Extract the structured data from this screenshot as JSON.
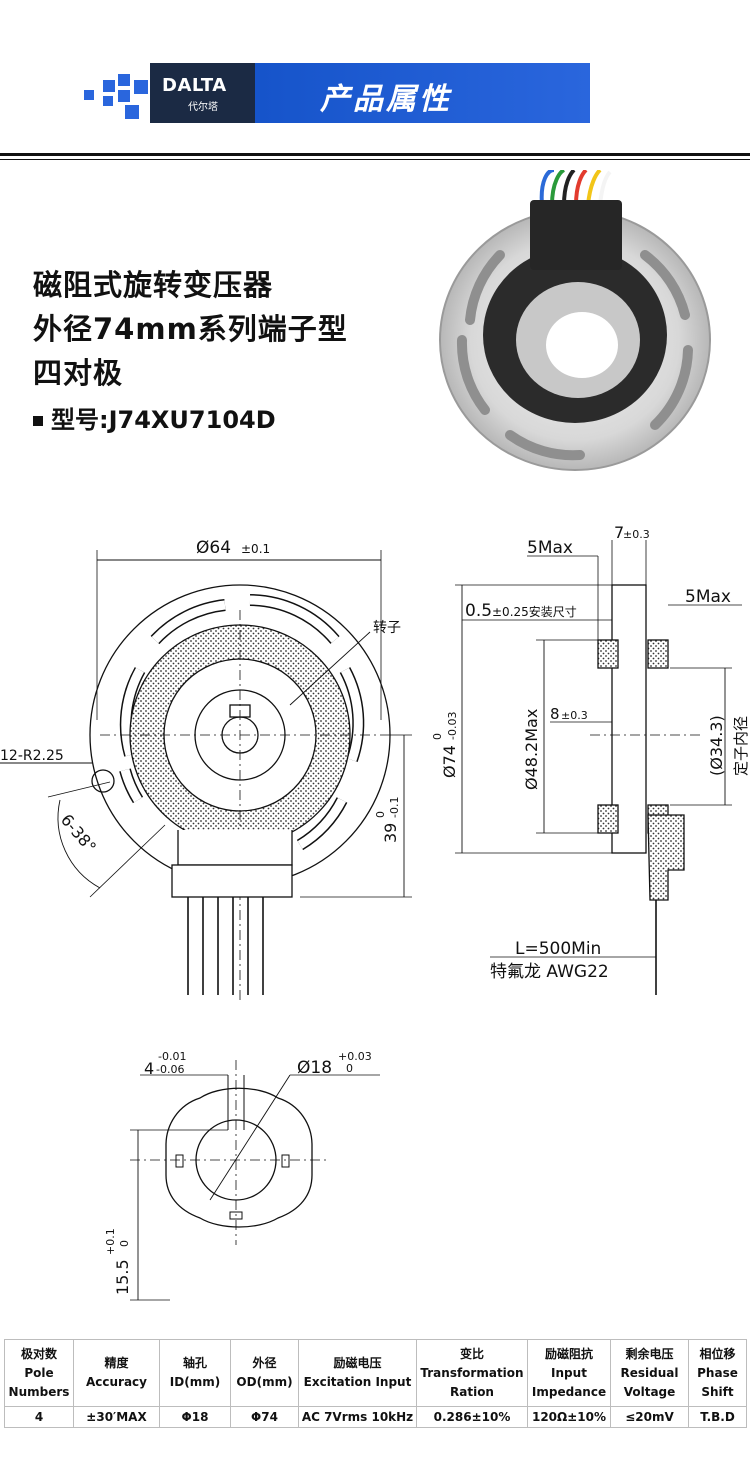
{
  "header": {
    "logo_text": "DALTA",
    "logo_sub": "代尔塔",
    "title": "产品属性",
    "colors": {
      "accent": "#1553c9",
      "logo_bg": "#1b2a44"
    }
  },
  "product": {
    "line1": "磁阻式旋转变压器",
    "line2": "外径74mm系列端子型",
    "line3": "四对极",
    "model": "型号:J74XU7104D"
  },
  "drawing": {
    "dim_od64": "Ø64",
    "tol_od64": "±0.1",
    "rotor_label": "转子",
    "dim_r225": "12-R2.25",
    "dim_38": "6-38°",
    "dim_39": "39",
    "tol_39": "0",
    "tol_39b": "-0.1",
    "dim_74": "Ø74",
    "tol_74a": "0",
    "tol_74b": "-0.03",
    "dim_7": "7",
    "tol_7": "±0.3",
    "dim_5max_left": "5Max",
    "dim_5max_right": "5Max",
    "dim_05": "0.5",
    "tol_05": "±0.25安装尺寸",
    "dim_8": "8",
    "tol_8": "±0.3",
    "dim_482": "Ø48.2Max",
    "dim_343": "(Ø34.3)",
    "stator_id_label": "定子内径",
    "lead_length": "L=500Min",
    "lead_spec": "特氟龙 AWG22",
    "key_width": "4",
    "key_tol_a": "-0.01",
    "key_tol_b": "-0.06",
    "bore": "Ø18",
    "bore_tol_a": "+0.03",
    "bore_tol_b": "0",
    "key_depth": "15.5",
    "key_depth_tol_a": "+0.1",
    "key_depth_tol_b": "0"
  },
  "specs": {
    "headers": [
      {
        "cn": "极对数",
        "en1": "Pole",
        "en2": "Numbers"
      },
      {
        "cn": "精度",
        "en1": "Accuracy",
        "en2": ""
      },
      {
        "cn": "轴孔",
        "en1": "ID(mm)",
        "en2": ""
      },
      {
        "cn": "外径",
        "en1": "OD(mm)",
        "en2": ""
      },
      {
        "cn": "励磁电压",
        "en1": "Excitation Input",
        "en2": ""
      },
      {
        "cn": "变比",
        "en1": "Transformation",
        "en2": "Ration"
      },
      {
        "cn": "励磁阻抗",
        "en1": "Input",
        "en2": "Impedance"
      },
      {
        "cn": "剩余电压",
        "en1": "Residual",
        "en2": "Voltage"
      },
      {
        "cn": "相位移",
        "en1": "Phase",
        "en2": "Shift"
      }
    ],
    "values": [
      "4",
      "±30′MAX",
      "Φ18",
      "Φ74",
      "AC 7Vrms 10kHz",
      "0.286±10%",
      "120Ω±10%",
      "≤20mV",
      "T.B.D"
    ]
  }
}
